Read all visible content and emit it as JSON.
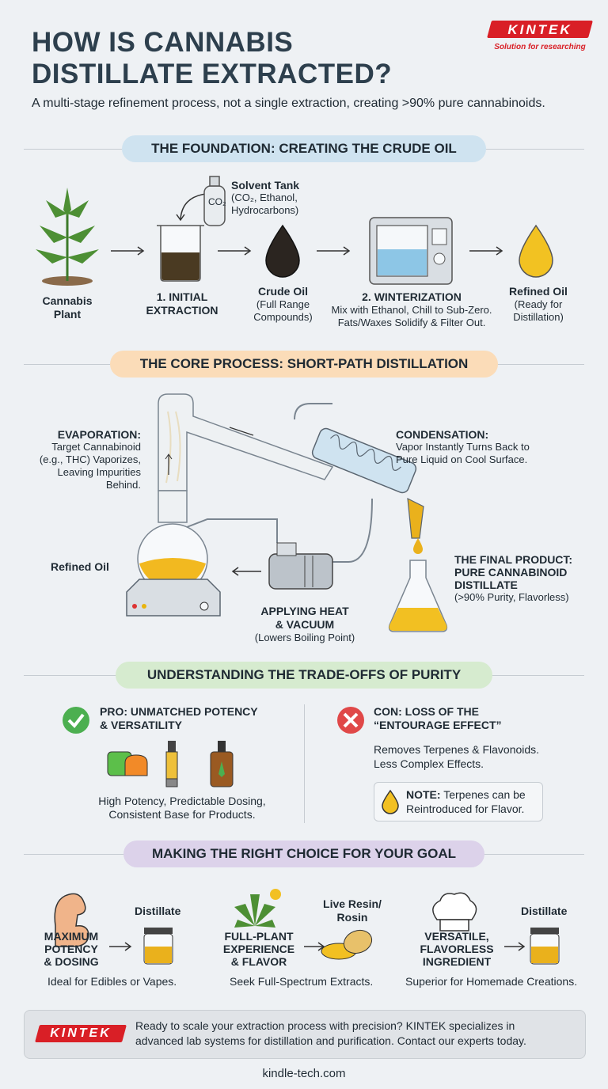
{
  "header": {
    "title_line1": "HOW IS CANNABIS",
    "title_line2": "DISTILLATE EXTRACTED?",
    "subtitle": "A multi-stage refinement process, not a single extraction, creating >90% pure cannabinoids.",
    "logo_text": "KINTEK",
    "logo_tagline": "Solution for researching"
  },
  "section1": {
    "heading": "THE FOUNDATION: CREATING THE CRUDE OIL",
    "solvent_title": "Solvent Tank",
    "solvent_detail": "(CO₂, Ethanol,",
    "solvent_detail2": "Hydrocarbons)",
    "tank_label": "CO₂",
    "plant_label1": "Cannabis",
    "plant_label2": "Plant",
    "step1_label1": "1. INITIAL",
    "step1_label2": "EXTRACTION",
    "crude_title": "Crude Oil",
    "crude_detail1": "(Full Range",
    "crude_detail2": "Compounds)",
    "step2_title": "2. WINTERIZATION",
    "step2_detail1": "Mix with Ethanol, Chill to Sub-Zero.",
    "step2_detail2": "Fats/Waxes Solidify & Filter Out.",
    "refined_title": "Refined Oil",
    "refined_detail1": "(Ready for",
    "refined_detail2": "Distillation)"
  },
  "section2": {
    "heading": "THE CORE PROCESS: SHORT-PATH DISTILLATION",
    "evap_title": "EVAPORATION:",
    "evap_l1": "Target Cannabinoid",
    "evap_l2": "(e.g., THC) Vaporizes,",
    "evap_l3": "Leaving Impurities",
    "evap_l4": "Behind.",
    "cond_title": "CONDENSATION:",
    "cond_l1": "Vapor Instantly Turns Back to",
    "cond_l2": "Pure Liquid on Cool Surface.",
    "refined_label": "Refined Oil",
    "heat_title1": "APPLYING HEAT",
    "heat_title2": "& VACUUM",
    "heat_detail": "(Lowers Boiling Point)",
    "final_t1": "THE FINAL PRODUCT:",
    "final_t2": "PURE CANNABINOID",
    "final_t3": "DISTILLATE",
    "final_detail": "(>90% Purity, Flavorless)"
  },
  "section3": {
    "heading": "UNDERSTANDING THE TRADE-OFFS OF PURITY",
    "pro_t1": "PRO: UNMATCHED POTENCY",
    "pro_t2": "& VERSATILITY",
    "pro_d1": "High Potency, Predictable Dosing,",
    "pro_d2": "Consistent Base for Products.",
    "con_t1": "CON: LOSS OF THE",
    "con_t2": "“ENTOURAGE EFFECT”",
    "con_d1": "Removes Terpenes & Flavonoids.",
    "con_d2": "Less Complex Effects.",
    "note_bold": "NOTE:",
    "note_l1": "Terpenes can be",
    "note_l2": "Reintroduced for Flavor."
  },
  "section4": {
    "heading": "MAKING THE RIGHT CHOICE FOR YOUR GOAL",
    "goal1_l1": "MAXIMUM",
    "goal1_l2": "POTENCY",
    "goal1_l3": "& DOSING",
    "goal1_product": "Distillate",
    "goal1_note": "Ideal for Edibles or Vapes.",
    "goal2_l1": "FULL-PLANT",
    "goal2_l2": "EXPERIENCE",
    "goal2_l3": "& FLAVOR",
    "goal2_product1": "Live Resin/",
    "goal2_product2": "Rosin",
    "goal2_note": "Seek Full-Spectrum Extracts.",
    "goal3_l1": "VERSATILE,",
    "goal3_l2": "FLAVORLESS",
    "goal3_l3": "INGREDIENT",
    "goal3_product": "Distillate",
    "goal3_note": "Superior for Homemade Creations."
  },
  "footer": {
    "logo_text": "KINTEK",
    "cta_l1": "Ready to scale your extraction process with precision? KINTEK specializes in",
    "cta_l2": "advanced lab systems for distillation and purification. Contact our experts today.",
    "url": "kindle-tech.com"
  },
  "colors": {
    "brand_red": "#d91f26",
    "pill_blue": "#cfe3f0",
    "pill_orange": "#fbdcb8",
    "pill_green": "#d6ebcf",
    "pill_purple": "#dcd2ea",
    "oil_amber": "#eab11c",
    "crude_dark": "#2b2520",
    "check_green": "#4caf50",
    "x_red": "#e04848"
  }
}
